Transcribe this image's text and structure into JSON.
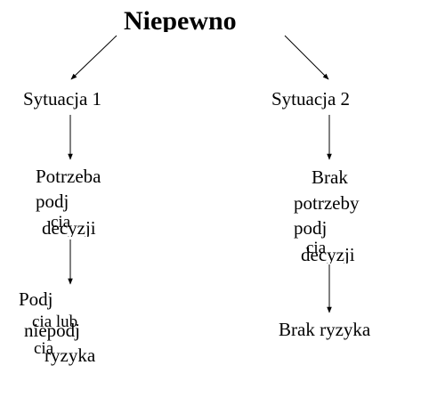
{
  "diagram": {
    "title": "Niepewno",
    "situation_1": "Sytuacja 1",
    "situation_2": "Sytuacja 2",
    "left": {
      "node_1": {
        "line_1": "Potrzeba",
        "line_2": "podj",
        "line_3": "cia",
        "line_4": "decyzji"
      },
      "node_2": {
        "line_1": "Podj",
        "line_2": "cia lub",
        "line_3": "niepodj",
        "line_4": "cia",
        "line_5": "ryzyka"
      }
    },
    "right": {
      "node_1": {
        "line_1": "Brak",
        "line_2": "potrzeby",
        "line_3": "podj",
        "line_4": "cia",
        "line_5": "decyzji"
      },
      "node_2": {
        "line_1": "Brak ryzyka"
      }
    }
  }
}
